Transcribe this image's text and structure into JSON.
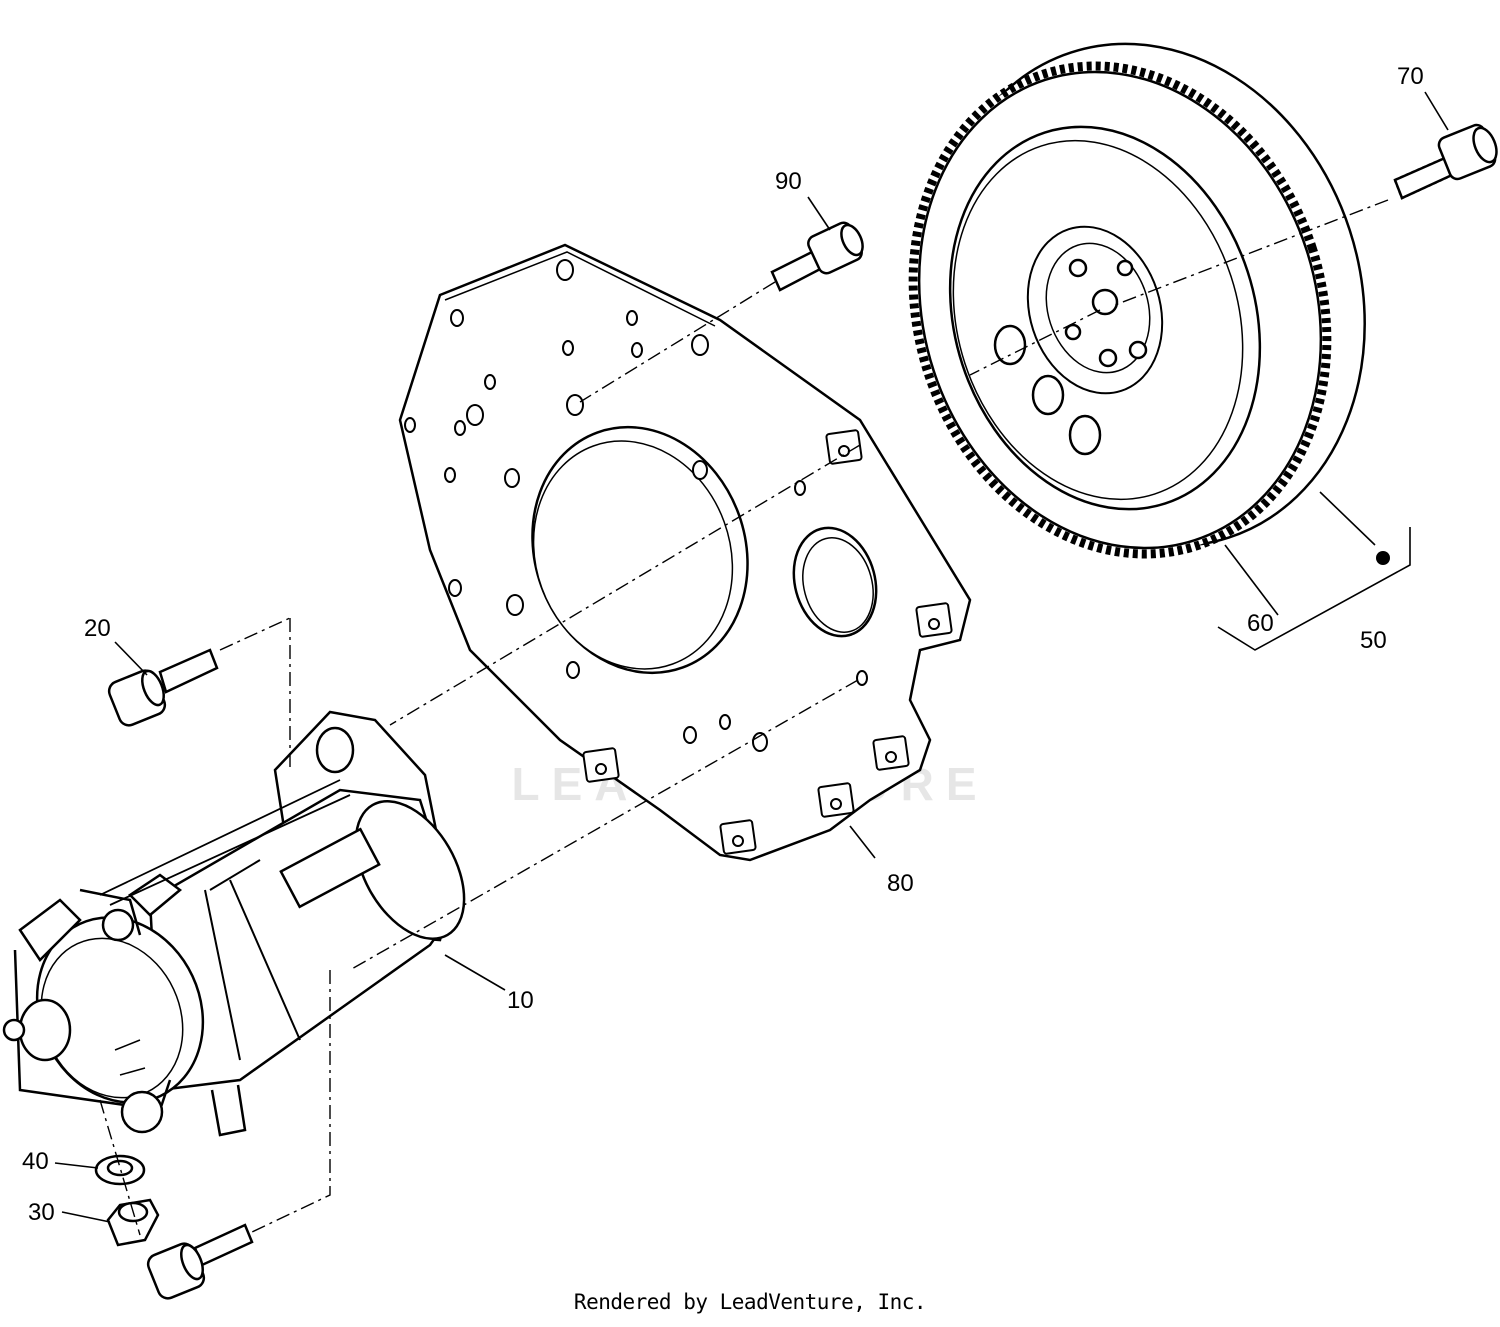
{
  "diagram": {
    "watermark": "LEADVENTURE",
    "footer": "Rendered by LeadVenture, Inc.",
    "callouts": [
      {
        "id": "c10",
        "label": "10"
      },
      {
        "id": "c20",
        "label": "20"
      },
      {
        "id": "c30",
        "label": "30"
      },
      {
        "id": "c40",
        "label": "40"
      },
      {
        "id": "c50",
        "label": "50"
      },
      {
        "id": "c60",
        "label": "60"
      },
      {
        "id": "c70",
        "label": "70"
      },
      {
        "id": "c80",
        "label": "80"
      },
      {
        "id": "c90",
        "label": "90"
      }
    ]
  }
}
